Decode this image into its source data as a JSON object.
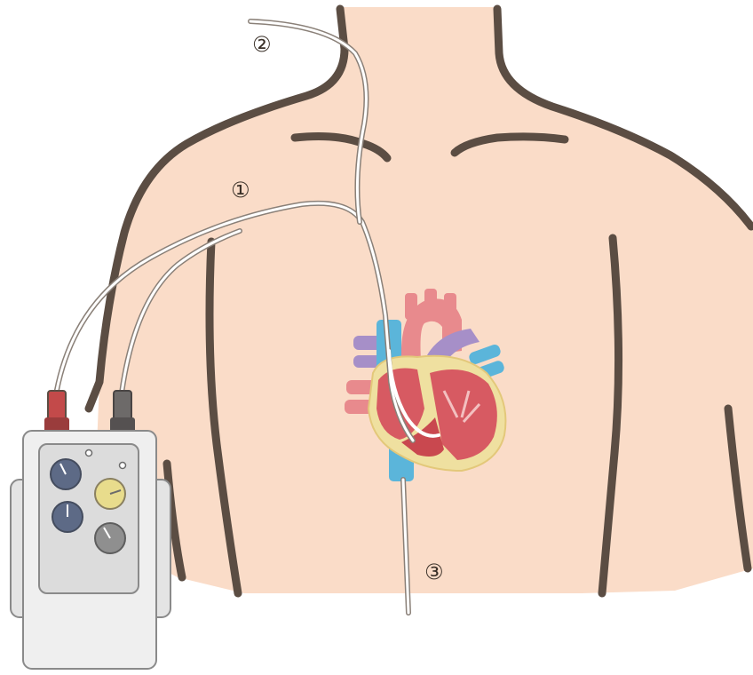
{
  "labels": {
    "lead_1": "①",
    "lead_2": "②",
    "lead_3": "③"
  },
  "colors": {
    "skin": "#fadcc8",
    "outline": "#5b4d43",
    "heart_red": "#d75a62",
    "heart_pink": "#e88a8d",
    "heart_yellow": "#efe0a0",
    "vessel_blue": "#5bb5da",
    "vessel_purple": "#a68fc8",
    "lead_wire": "#ffffff",
    "device_body": "#efefef",
    "device_panel": "#dcdcdc",
    "dial_navy": "#5d6a86",
    "dial_yellow": "#e8dc8c",
    "dial_gray": "#8f8f8f",
    "connector_red": "#c34a4a",
    "connector_dark": "#6d6a69"
  },
  "icons": {
    "heart": "heart-icon",
    "pacemaker": "external-pacemaker-icon"
  }
}
